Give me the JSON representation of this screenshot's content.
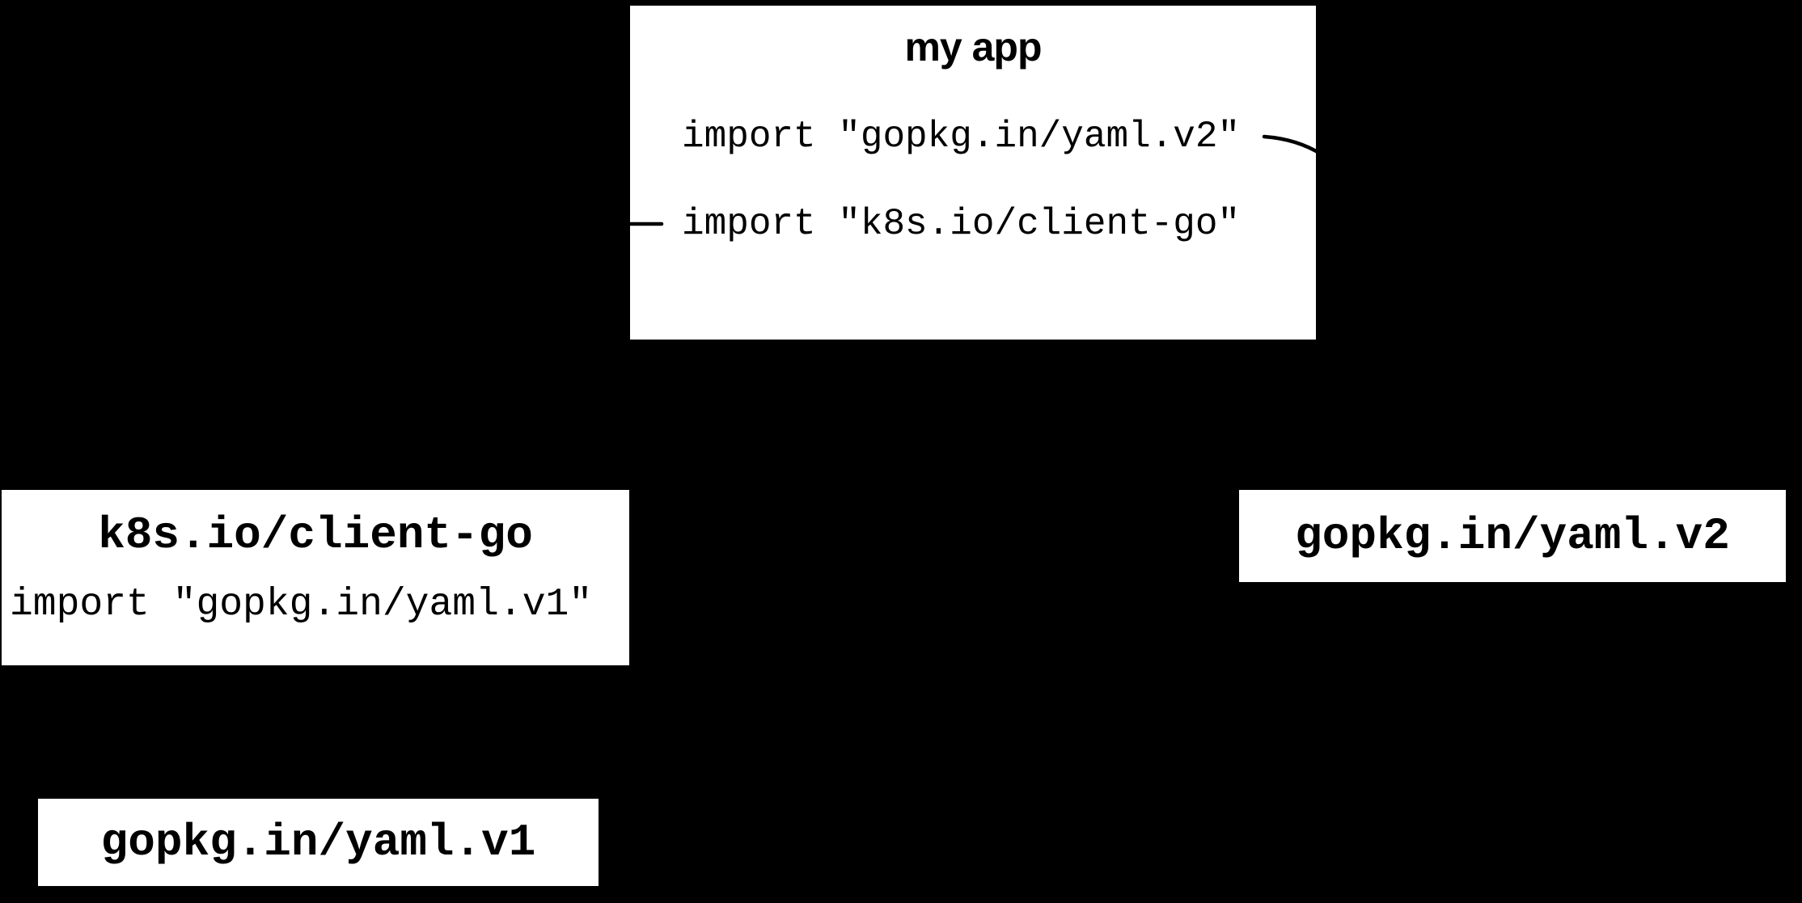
{
  "diagram": {
    "background_color": "#000000",
    "node_fill_color": "#ffffff",
    "text_color": "#000000",
    "connector_color": "#000000",
    "nodes": {
      "my_app": {
        "title": "my app",
        "imports": [
          "import \"gopkg.in/yaml.v2\"",
          "import \"k8s.io/client-go\""
        ]
      },
      "client_go": {
        "title": "k8s.io/client-go",
        "imports": [
          "import \"gopkg.in/yaml.v1\""
        ]
      },
      "yaml_v2": {
        "title": "gopkg.in/yaml.v2"
      },
      "yaml_v1": {
        "title": "gopkg.in/yaml.v1"
      }
    },
    "connectors": [
      {
        "name": "my-app-yaml-v2-connector",
        "fragment": "curved line leaving right edge of my app box beside the gopkg.in/yaml.v2 import"
      },
      {
        "name": "my-app-client-go-connector",
        "fragment": "short dash at left edge of my app box beside the k8s.io/client-go import"
      }
    ]
  }
}
